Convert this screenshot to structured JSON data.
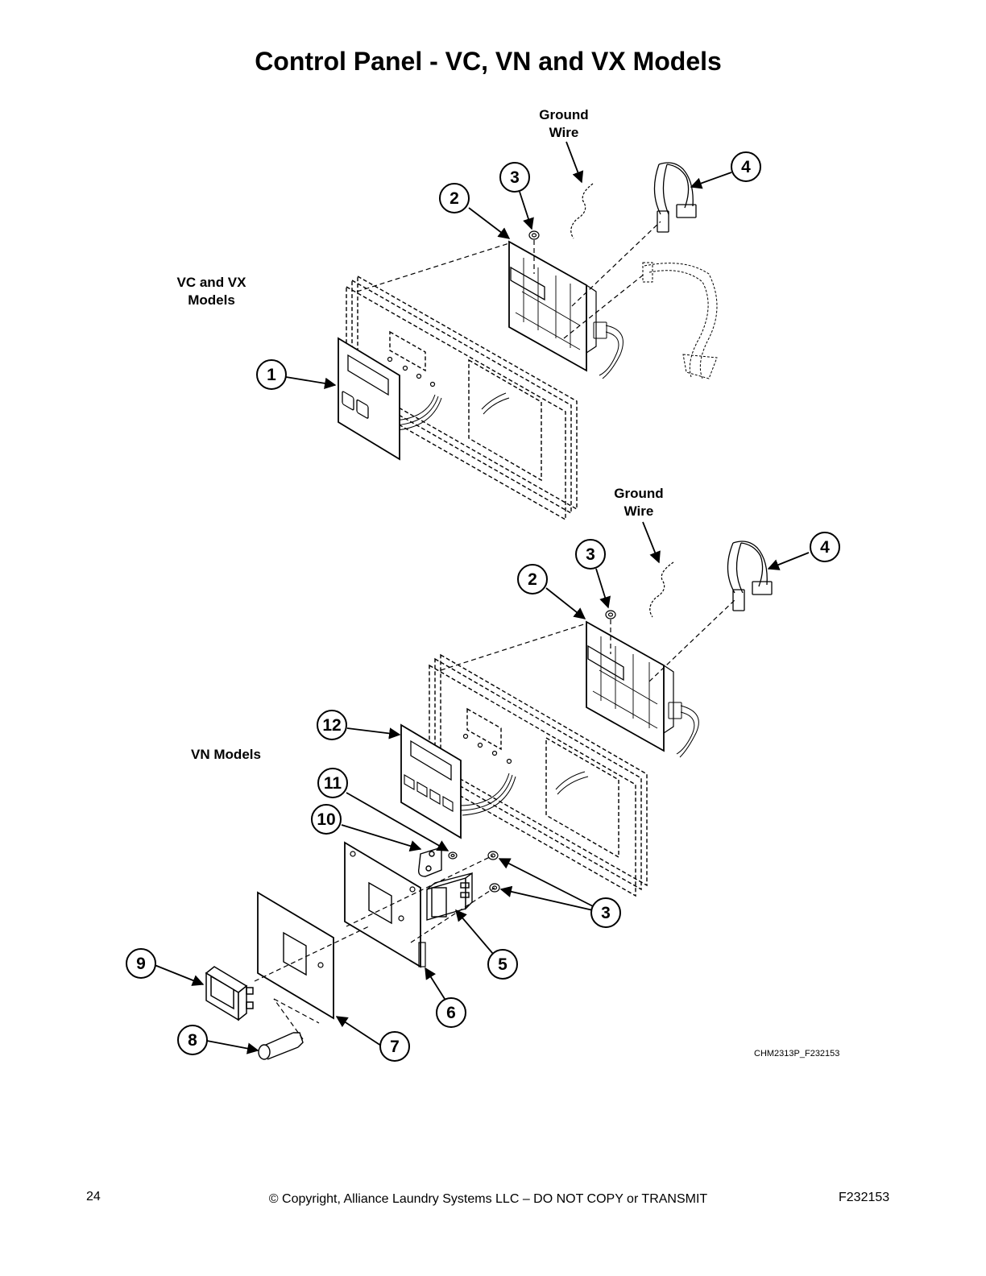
{
  "page_title": "Control Panel - VC, VN and VX Models",
  "labels": {
    "ground_wire_top": "Ground\nWire",
    "ground_wire_bottom": "Ground\nWire",
    "vc_vx_models": "VC and VX\nModels",
    "vn_models": "VN Models"
  },
  "callouts": {
    "c1": "1",
    "c2a": "2",
    "c3a": "3",
    "c4a": "4",
    "c2b": "2",
    "c3b": "3",
    "c4b": "4",
    "c12": "12",
    "c11": "11",
    "c10": "10",
    "c3c": "3",
    "c5": "5",
    "c6": "6",
    "c7": "7",
    "c8": "8",
    "c9": "9"
  },
  "figure_code": "CHM2313P_F232153",
  "footer": {
    "page_number": "24",
    "copyright": "© Copyright, Alliance Laundry Systems LLC – DO NOT COPY or TRANSMIT",
    "doc_id": "F232153"
  }
}
